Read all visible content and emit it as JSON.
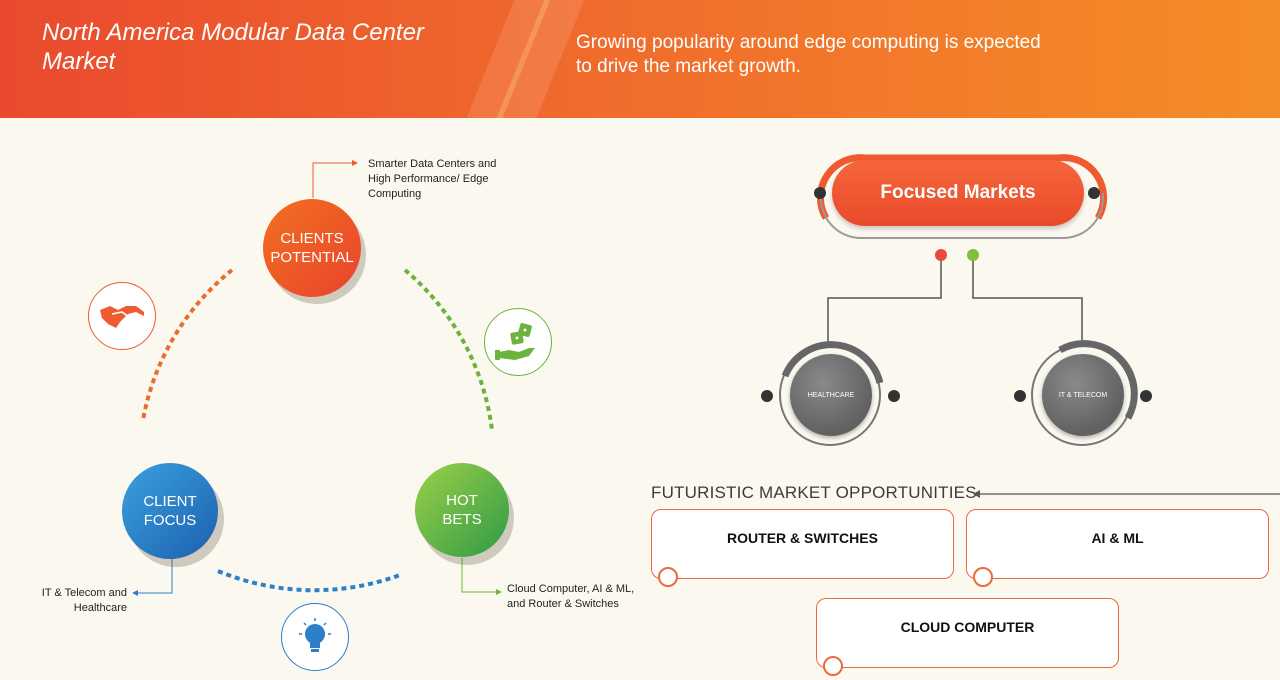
{
  "header": {
    "title": "North America Modular Data Center Market",
    "subtitle": "Growing popularity around edge computing is expected to drive the market growth."
  },
  "cycle": {
    "clients_potential": {
      "label_line1": "CLIENTS",
      "label_line2": "POTENTIAL",
      "note": "Smarter Data Centers and High Performance/ Edge Computing"
    },
    "client_focus": {
      "label_line1": "CLIENT",
      "label_line2": "FOCUS",
      "note": "IT & Telecom and Healthcare"
    },
    "hot_bets": {
      "label_line1": "HOT",
      "label_line2": "BETS",
      "note": "Cloud Computer, AI & ML, and Router & Switches"
    },
    "icons": [
      "handshake-icon",
      "dice-in-hand-icon",
      "lightbulb-icon"
    ]
  },
  "focused_markets": {
    "title": "Focused Markets",
    "items": [
      "HEALTHCARE",
      "IT & TELECOM"
    ]
  },
  "opportunities": {
    "title": "FUTURISTIC MARKET OPPORTUNITIES",
    "items": [
      "ROUTER & SWITCHES",
      "AI & ML",
      "CLOUD COMPUTER"
    ]
  },
  "colors": {
    "orange": "#ef5a30",
    "green": "#6bb33a",
    "blue": "#2d7fc7",
    "gray": "#666666"
  }
}
